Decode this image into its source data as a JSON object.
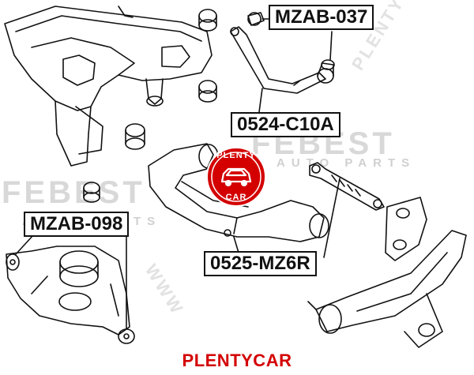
{
  "labels": {
    "mzab037": "MZAB-037",
    "c10a": "0524-C10A",
    "mzab098": "MZAB-098",
    "mz6r": "0525-MZ6R"
  },
  "brand": {
    "text": "PLENTYCAR",
    "color": "#d40000"
  },
  "watermarks": {
    "febest": "FEBEST",
    "auto_parts": "AUTO PARTS",
    "plenty_diag": "PLENTYCAR",
    "www_diag": "WWW"
  },
  "logo": {
    "top": "PLENTY",
    "bottom": "CAR",
    "color": "#d40000"
  }
}
